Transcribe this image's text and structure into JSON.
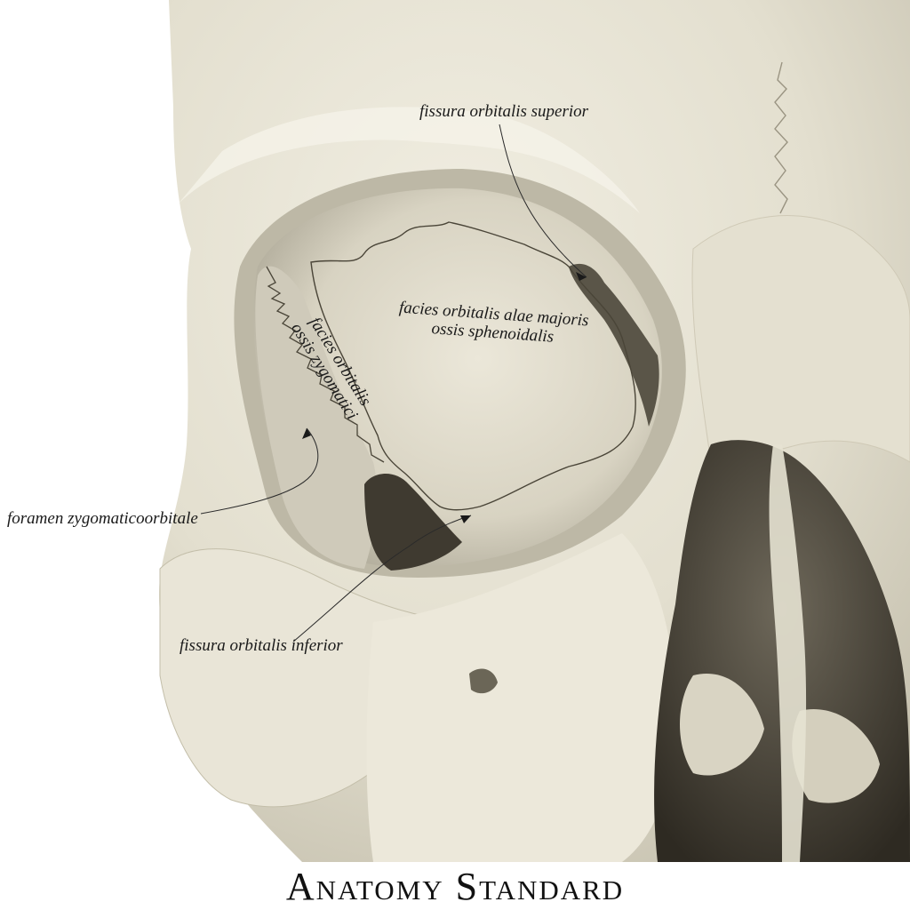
{
  "labels": {
    "fissura_orbitalis_superior": "fissura orbitalis superior",
    "facies_orbitalis_alae_majoris_line1": "facies orbitalis alae majoris",
    "facies_orbitalis_alae_majoris_line2": "ossis sphenoidalis",
    "facies_orbitalis_zygomatici_line1": "facies orbitalis",
    "facies_orbitalis_zygomatici_line2": "ossis zygomatici",
    "foramen_zygomaticoorbitale": "foramen zygomaticoorbitale",
    "fissura_orbitalis_inferior": "fissura orbitalis inferior"
  },
  "brand": {
    "text": "Anatomy Standard"
  },
  "colors": {
    "bone": "#e6e2d3",
    "bone_shadow": "#c9c4b2",
    "bone_dark": "#8f8a7a",
    "cavity": "#3c382f",
    "background": "#ffffff"
  }
}
